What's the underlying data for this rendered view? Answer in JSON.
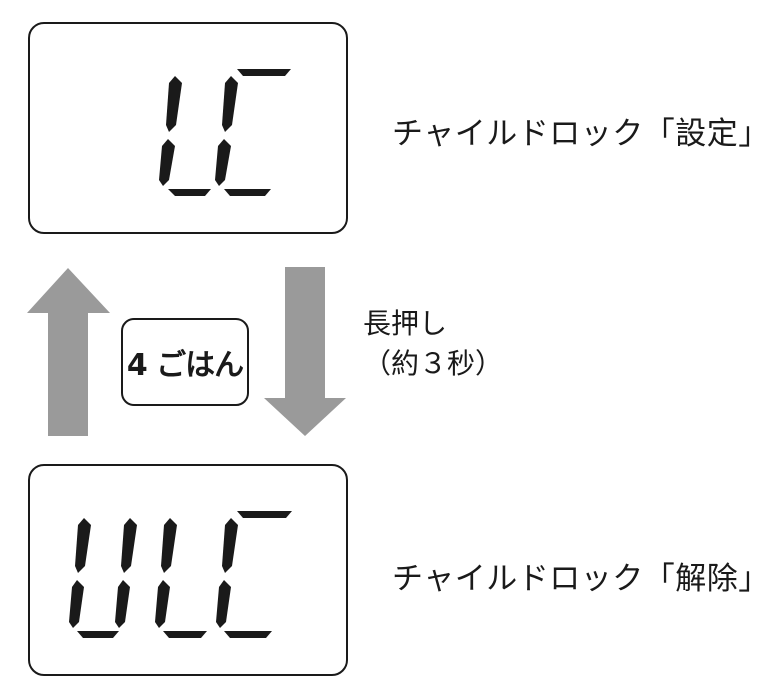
{
  "display_top": {
    "code": "LC",
    "caption": "チャイルドロック「設定」"
  },
  "display_bottom": {
    "code": "ULC",
    "caption": "チャイルドロック「解除」"
  },
  "button": {
    "label": "4 ごはん"
  },
  "instruction": {
    "line1": "長押し",
    "line2": "（約３秒）"
  },
  "colors": {
    "arrow": "#9a9a9a",
    "lcd_segment": "#1a1a1a",
    "outline": "#1a1a1a"
  }
}
